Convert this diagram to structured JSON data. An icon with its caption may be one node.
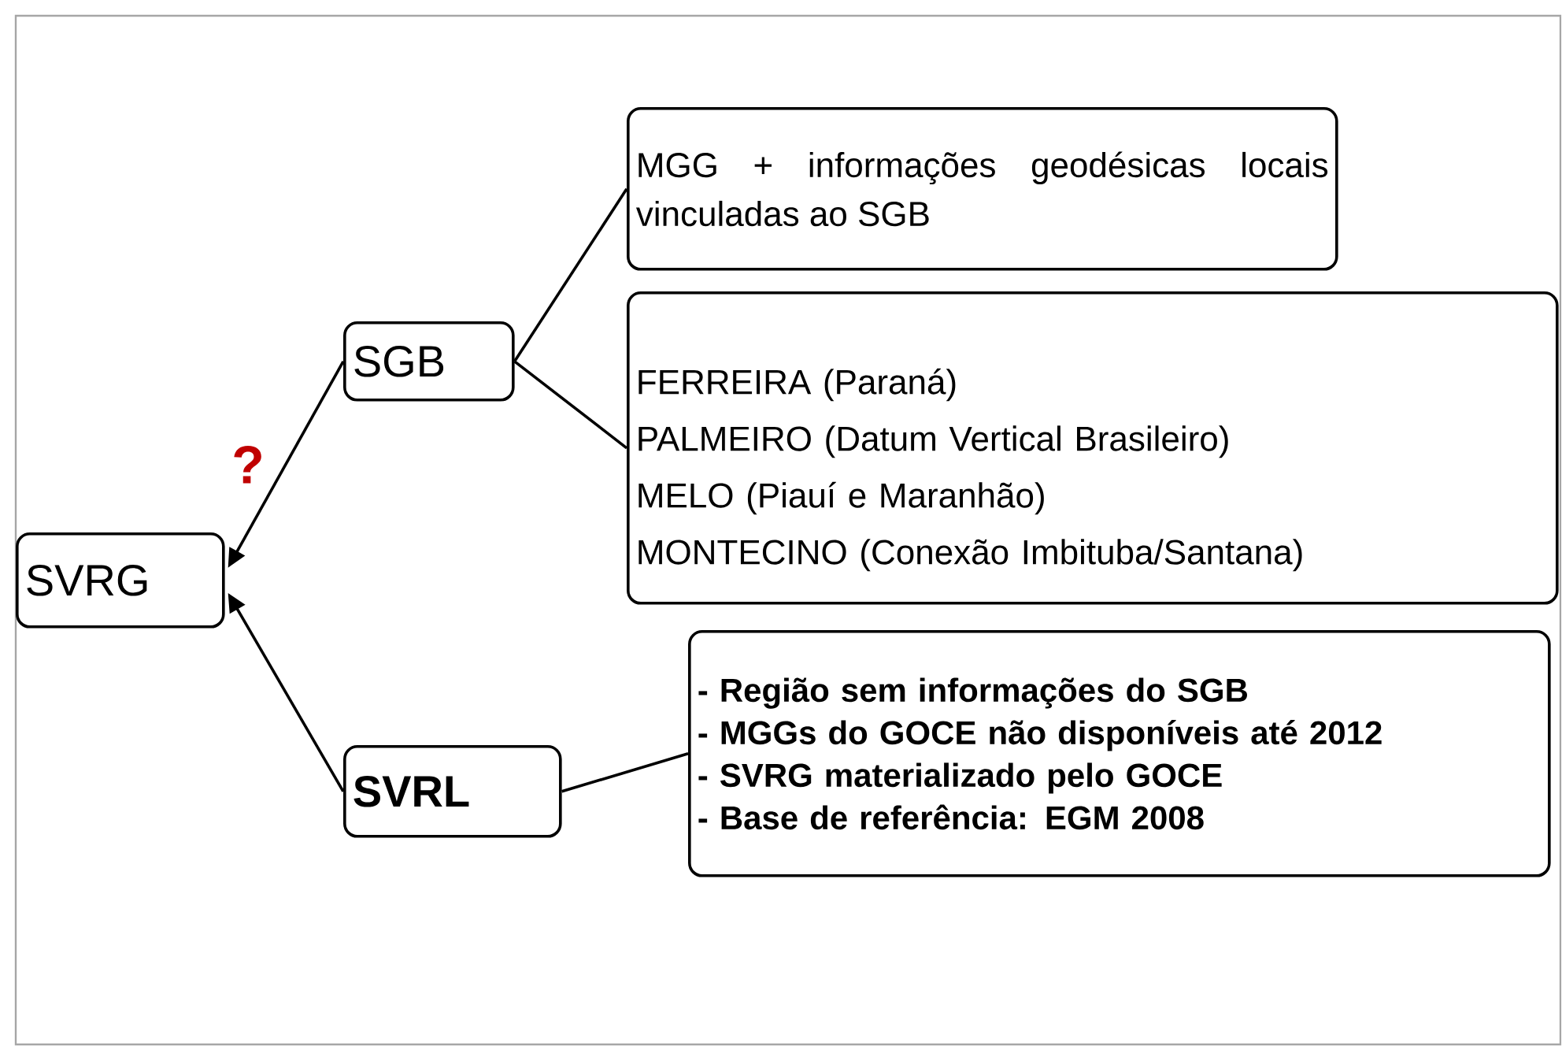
{
  "diagram": {
    "nodes": [
      {
        "text": [
          "SVRG"
        ]
      },
      {
        "text": [
          "SGB"
        ]
      },
      {
        "text": [
          "MGG + informações geodésicas locais vinculadas ao SGB"
        ]
      },
      {
        "text": [
          "FERREIRA (Paraná)",
          "PALMEIRO (Datum Vertical Brasileiro)",
          "MELO (Piauí e Maranhão)",
          "MONTECINO (Conexão Imbituba/Santana)"
        ]
      },
      {
        "text": [
          "SVRL"
        ]
      },
      {
        "text": [
          "- Região sem informações do SGB",
          "- MGGs do GOCE não disponíveis até 2012",
          "- SVRG materializado pelo GOCE",
          "- Base de referência: EGM 2008"
        ]
      }
    ],
    "edges": [
      {
        "from": 1,
        "to": 0,
        "arrow": "to",
        "label": "?"
      },
      {
        "from": 4,
        "to": 0,
        "arrow": "to"
      },
      {
        "from": 1,
        "to": 2,
        "arrow": "none"
      },
      {
        "from": 1,
        "to": 3,
        "arrow": "none"
      },
      {
        "from": 4,
        "to": 5,
        "arrow": "none"
      }
    ]
  }
}
